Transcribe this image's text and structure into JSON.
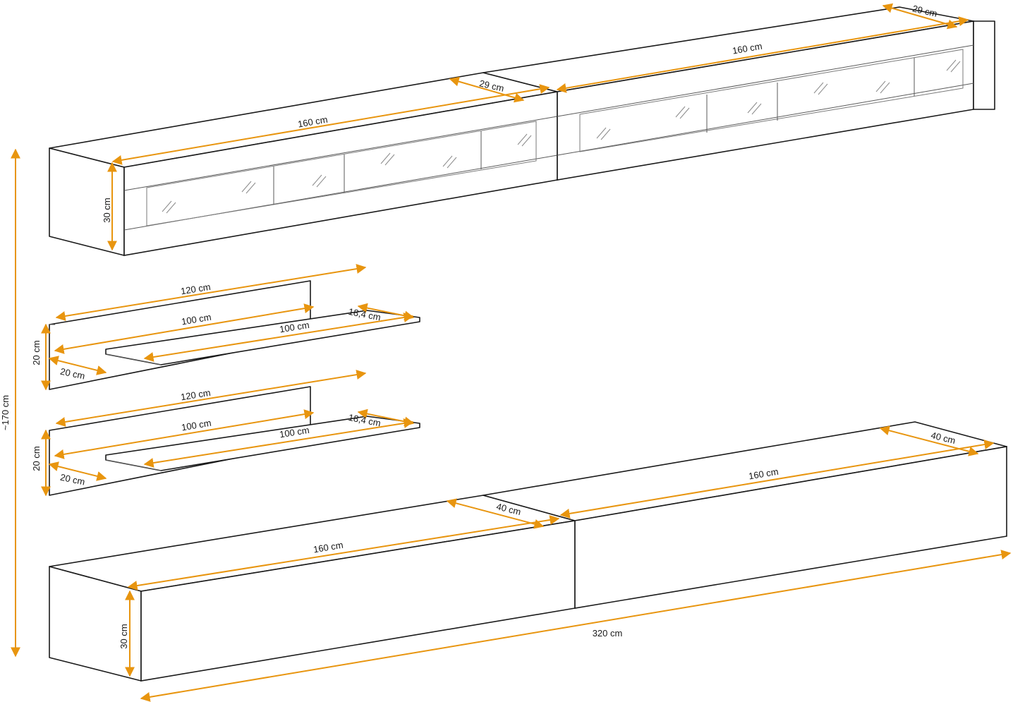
{
  "colors": {
    "dimension_line": "#e8950f",
    "outline": "#1a1a1a"
  },
  "labels": {
    "overall_height": "~170 cm",
    "top_left_width": "160 cm",
    "top_left_depth": "29 cm",
    "top_right_width": "160 cm",
    "top_right_depth": "29 cm",
    "top_height": "30 cm",
    "shelf1_back_width": "120 cm",
    "shelf1_front_width": "100 cm",
    "shelf1_board_width": "100 cm",
    "shelf1_board_depth": "18,4 cm",
    "shelf1_height": "20 cm",
    "shelf1_depth": "20 cm",
    "shelf2_back_width": "120 cm",
    "shelf2_front_width": "100 cm",
    "shelf2_board_width": "100 cm",
    "shelf2_board_depth": "18,4 cm",
    "shelf2_height": "20 cm",
    "shelf2_depth": "20 cm",
    "bottom_left_width": "160 cm",
    "bottom_left_depth": "40 cm",
    "bottom_right_width": "160 cm",
    "bottom_right_depth": "40 cm",
    "bottom_height": "30 cm",
    "bottom_total_width": "320 cm"
  }
}
